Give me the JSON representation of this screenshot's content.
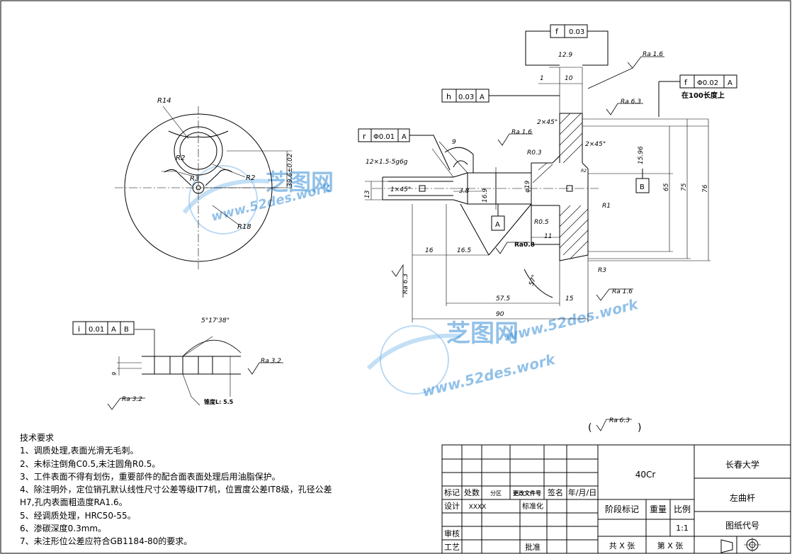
{
  "tech_notes": {
    "title": "技术要求",
    "items": [
      "1、调质处理,表面光滑无毛刺。",
      "2、未标注倒角C0.5,未注圆角R0.5。",
      "3、工件表面不得有划伤，重要部件的配合面表面处理后用油脂保护。",
      "4、除注明外，定位销孔默认线性尺寸公差等级IT7机，位置度公差IT8级，孔径公差",
      "H7,孔内表面粗造度RA1.6。",
      "5、经调质处理，HRC50-55。",
      "6、渗碳深度0.3mm。",
      "7、未注形位公差应符合GB1184-80的要求。"
    ]
  },
  "title_block": {
    "material": "40Cr",
    "school": "长春大学",
    "part_name": "左曲杆",
    "drawing_no_label": "图纸代号",
    "stage_label": "阶段标记",
    "weight_label": "重量",
    "scale_label": "比例",
    "scale": "1:1",
    "sheets_total": "共 X 张",
    "sheet_no": "第 X 张",
    "mark": "标记",
    "count": "处数",
    "zone": "分区",
    "change_doc": "更改文件号",
    "sign": "签名",
    "date": "年/月/日",
    "design": "设计",
    "designer": "XXXX",
    "standardize": "标准化",
    "review": "审核",
    "process": "工艺",
    "approve": "批准"
  },
  "annotations": {
    "flatness_sym": "f",
    "flatness_val": "0.03",
    "dim_12_9": "12.9",
    "dim_10": "10",
    "dim_1": "1",
    "perp_sym": "h",
    "perp_val": "0.03",
    "datum_a": "A",
    "datum_b": "B",
    "ra_1_6": "Ra 1.6",
    "ra_6_3": "Ra 6.3",
    "ra_3_2": "Ra 3.2",
    "pos_sym": "f",
    "pos_val": "Φ0.02",
    "length_note": "在100长度上",
    "cham_2x45_a": "2×45°",
    "cham_2x45_b": "2×45°",
    "cham_1x45": "1×45°",
    "dim_9": "9",
    "dim_15_96": "15.96",
    "conc_sym": "r",
    "conc_val": "Φ0.01",
    "thread": "12×1.5-5g6g",
    "r0_3": "R0.3",
    "r0_5": "R0.5",
    "r1": "R1",
    "r3": "R3",
    "r14": "R14",
    "r2a": "R2",
    "r2b": "R2",
    "r3b": "R3",
    "r18": "R18",
    "r2c": "R2",
    "dim_3_8": "3.8",
    "dim_16_9": "16.9",
    "dim_13": "13",
    "dim_phi19": "φ19",
    "dim_65": "65",
    "dim_75": "75",
    "dim_76": "76",
    "dim_16": "16",
    "dim_16_5": "16.5",
    "dim_11": "11",
    "ra_0_8": "Ra0.8",
    "dim_57_5": "57.5",
    "dim_57deg": "57°",
    "dim_15": "15",
    "dim_90": "90",
    "dim_39_6": "39.6±0.02",
    "run_sym": "i",
    "run_val": "0.01",
    "angle_5": "5°17'38\"",
    "dim_9_b": "9",
    "depth_note": "锥度L: 5.5",
    "general_ra": "Ra 6.3"
  },
  "watermark": {
    "brand": "芝图网",
    "url": "www.52des.work"
  }
}
